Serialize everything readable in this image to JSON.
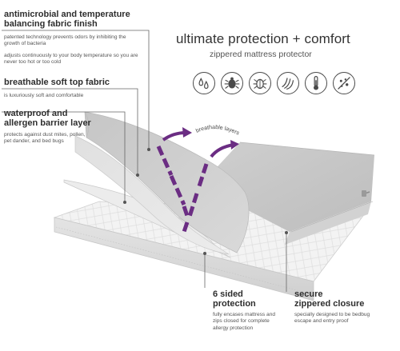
{
  "header": {
    "title": "ultimate protection + comfort",
    "subtitle": "zippered mattress protector"
  },
  "icons": [
    {
      "name": "water-drops-icon"
    },
    {
      "name": "dust-mite-icon"
    },
    {
      "name": "bed-bug-icon"
    },
    {
      "name": "breathable-layers-icon"
    },
    {
      "name": "thermometer-icon"
    },
    {
      "name": "no-bacteria-icon"
    }
  ],
  "features": {
    "antimicrobial": {
      "heading_line1": "antimicrobial and temperature",
      "heading_line2": "balancing fabric finish",
      "text1": "patented technology prevents odors by inhibiting the growth of bacteria",
      "text2": "adjusts continuously to your body temperature so you are never too hot or too cold"
    },
    "breathable": {
      "heading": "breathable soft top fabric",
      "text": "is luxuriously soft and comfortable"
    },
    "waterproof": {
      "heading_line1": "waterproof and",
      "heading_line2": "allergen barrier layer",
      "text": "protects against dust mites, pollen, pet dander, and bed bugs"
    },
    "six_sided": {
      "heading_line1": "6 sided",
      "heading_line2": "protection",
      "text": "fully encases mattress and zips closed for complete allergy protection"
    },
    "zippered": {
      "heading_line1": "secure",
      "heading_line2": "zippered closure",
      "text": "specially designed to be bedbug escape and entry proof"
    }
  },
  "diagram": {
    "arrow_label": "breathable layers",
    "accent_color": "#6b2d83"
  }
}
